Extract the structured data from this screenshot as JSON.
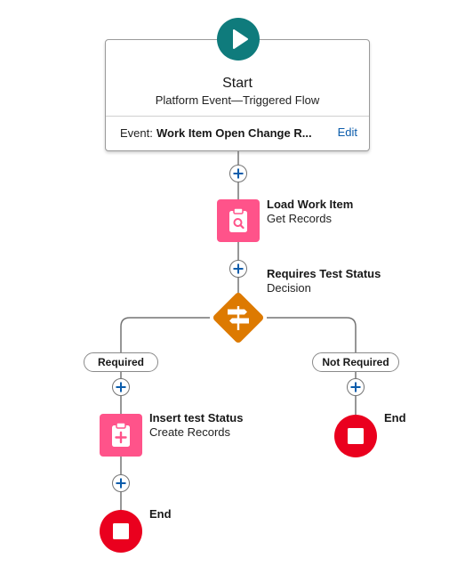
{
  "start": {
    "title": "Start",
    "subtitle": "Platform Event—Triggered Flow",
    "event_label": "Event:",
    "event_value": "Work Item Open Change R...",
    "edit_label": "Edit"
  },
  "elements": {
    "load": {
      "title": "Load Work Item",
      "type": "Get Records"
    },
    "decision": {
      "title": "Requires Test Status",
      "type": "Decision"
    },
    "insert": {
      "title": "Insert test Status",
      "type": "Create Records"
    },
    "end_left": {
      "title": "End"
    },
    "end_right": {
      "title": "End"
    }
  },
  "outcomes": {
    "left": "Required",
    "right": "Not Required"
  },
  "colors": {
    "start": "#0f7b7c",
    "records": "#ff538a",
    "decision": "#dd7a01",
    "end": "#ea001e",
    "add": "#0b5cab",
    "connector": "#747474"
  },
  "icons": {
    "start": "play-icon",
    "load": "clipboard-search-icon",
    "decision": "signpost-icon",
    "insert": "clipboard-plus-icon",
    "end": "stop-icon",
    "add": "plus-icon"
  }
}
